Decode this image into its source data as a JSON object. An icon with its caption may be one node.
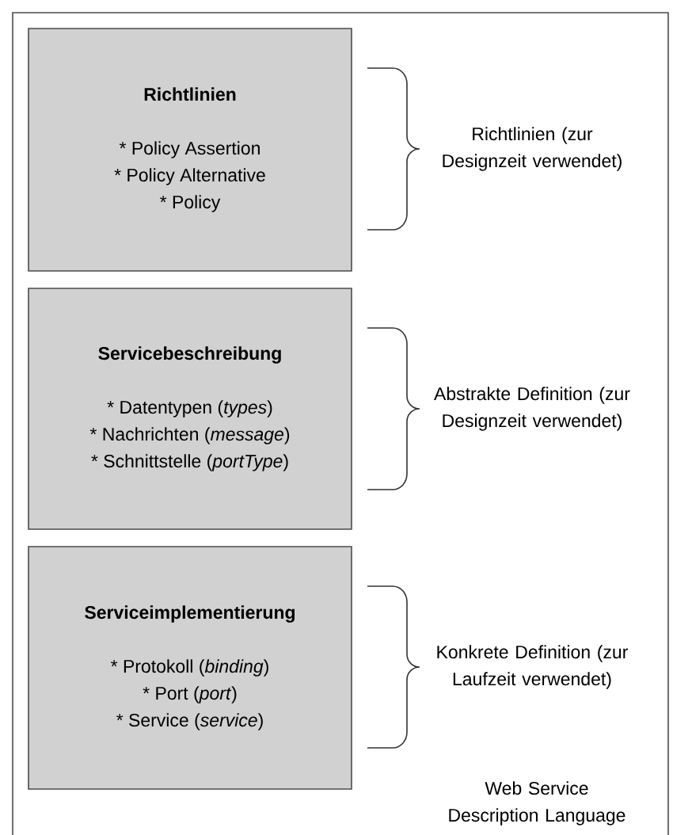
{
  "diagram": {
    "nodes": [
      {
        "text": [
          "Web Service Description Language"
        ]
      },
      {
        "text": [
          "Richtlinien",
          "* Policy Assertion",
          "* Policy Alternative",
          "* Policy"
        ],
        "in": 0
      },
      {
        "text": [
          "Servicebeschreibung",
          "* Datentypen (*types*)",
          "* Nachrichten (*message*)",
          "* Schnittstelle (*portType*)"
        ],
        "in": 0
      },
      {
        "text": [
          "Serviceimplementierung",
          "* Protokoll (*binding*)",
          "* Port (*port*)",
          "* Service (*service*)"
        ],
        "in": 0
      }
    ],
    "labels": [
      "Richtlinien (zur Designzeit verwendet)",
      "Abstrakte Definition (zur Designzeit verwendet)",
      "Konkrete Definition (zur Laufzeit verwendet)"
    ]
  }
}
